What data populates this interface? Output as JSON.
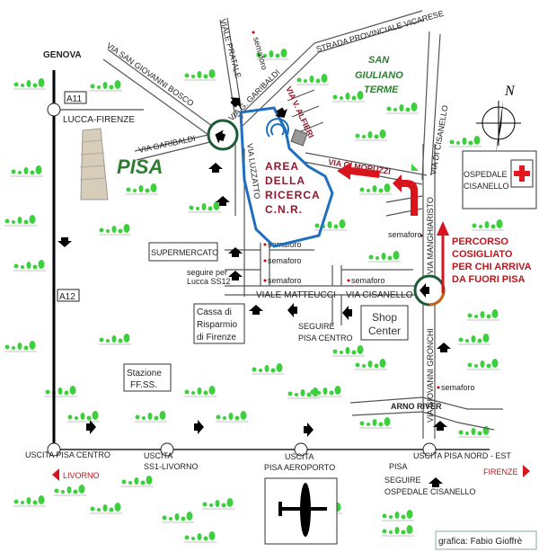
{
  "map": {
    "city_label": "PISA",
    "area_label": [
      "SAN",
      "GIULIANO",
      "TERME"
    ],
    "cnr_label": [
      "AREA",
      "DELLA",
      "RICERCA",
      "C.N.R."
    ],
    "highway_labels": {
      "a11": "A11",
      "a12": "A12",
      "genova": "GENOVA",
      "lucca_firenze": "LUCCA-FIRENZE"
    },
    "streets": {
      "via_san_giovanni_bosco": "VIA SAN GIOVANNI BOSCO",
      "viale_pratale": "VIALE PRATALE",
      "strada_vicarese": "STRADA PROVINCIALE VICARESE",
      "via_garibaldi": "VIA GARIBALDI",
      "via_g_garibaldi": "VIA G. GARIBALDI",
      "via_alfieri": "VIA V. ALFIERI",
      "via_moruzzi": "VIA G. MORUZZI",
      "via_di_cisanello": "VIA DI CISANELLO",
      "via_luzzatto": "VIA LUZZATTO",
      "via_manghiaristo": "VIA MANGHIARISTO",
      "via_gronchi": "VIA GIOVANNI GRONCHI",
      "viale_matteucci": "VIALE MATTEUCCI",
      "via_cisanello": "VIA CISANELLO",
      "arno_river": "ARNO RIVER"
    },
    "semaforo": "semaforo",
    "places": {
      "ospedale": [
        "OSPEDALE",
        "CISANELLO"
      ],
      "supermercato": "SUPERMERCATO",
      "seguire_lucca": [
        "seguire per",
        "Lucca SS12"
      ],
      "cassa": [
        "Cassa di",
        "Risparmio",
        "di Firenze"
      ],
      "seguire_pisa_centro": [
        "SEGUIRE",
        "PISA CENTRO"
      ],
      "shop_center": [
        "Shop",
        "Center"
      ],
      "stazione": [
        "Stazione",
        "FF.SS."
      ]
    },
    "percorso": [
      "PERCORSO",
      "COSIGLIATO",
      "PER CHI ARRIVA",
      "DA FUORI PISA"
    ],
    "exits": {
      "pisa_centro": "USCITA PISA CENTRO",
      "ss1": [
        "USCITA",
        "SS1-LIVORNO"
      ],
      "aeroporto": [
        "USCITA",
        "PISA AEROPORTO"
      ],
      "nord_est": "USCITA PISA NORD - EST"
    },
    "livorno": "LIVORNO",
    "firenze": "FIRENZE",
    "seguire_ospedale": [
      "PISA",
      "SEGUIRE",
      "OSPEDALE CISANELLO"
    ],
    "compass_n": "N",
    "credit": "grafica: Fabio Gioffrè"
  },
  "colors": {
    "route_red": "#d8141c",
    "cnr_blue": "#1f6fc0",
    "roundabout_green": "#1d5a35",
    "tree_green": "#3ecf3e"
  }
}
